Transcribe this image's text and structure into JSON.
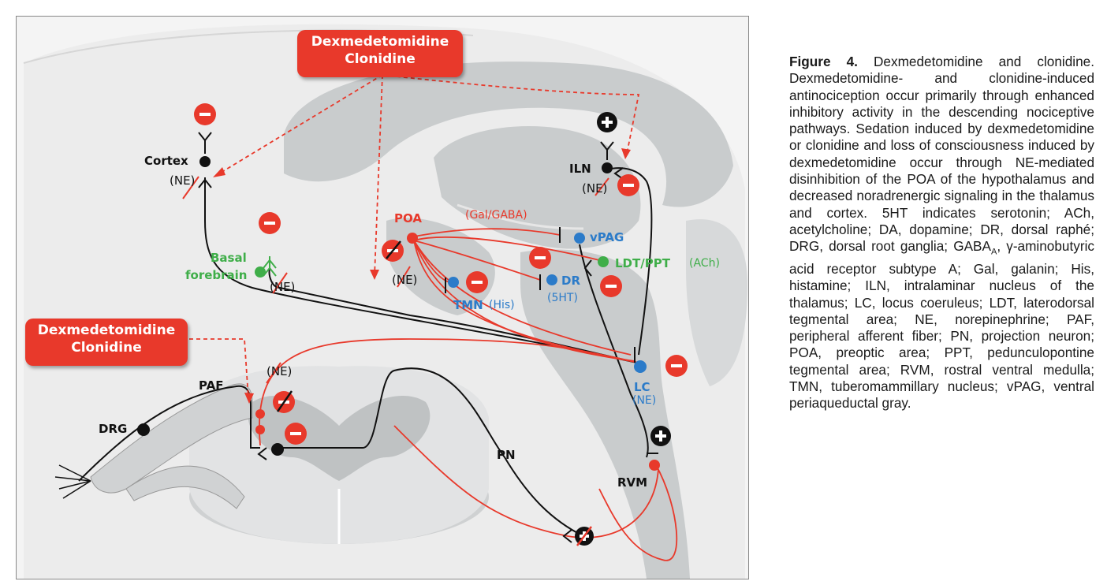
{
  "drugs": {
    "top": {
      "line1": "Dexmedetomidine",
      "line2": "Clonidine"
    },
    "left": {
      "line1": "Dexmedetomidine",
      "line2": "Clonidine"
    }
  },
  "labels": {
    "cortex": "Cortex",
    "ne_cortex": "(NE)",
    "iln": "ILN",
    "ne_iln": "(NE)",
    "basal": "Basal",
    "forebrain": "forebrain",
    "ne_basal": "(NE)",
    "poa": "POA",
    "gal_gaba": "(Gal/GABA)",
    "ne_poa": "(NE)",
    "vpag": "vPAG",
    "ldt_ppt": "LDT/PPT",
    "ach": "(ACh)",
    "dr": "DR",
    "five_ht": "(5HT)",
    "tmn": "TMN",
    "his": "(His)",
    "lc": "LC",
    "ne_lc": "(NE)",
    "paf": "PAF",
    "ne_spinal": "(NE)",
    "drg": "DRG",
    "pn": "PN",
    "rvm": "RVM"
  },
  "caption": {
    "title": "Figure 4.",
    "text_a": " Dexmedetomidine and clonidine. Dexmedetomidine- and clonidine-induced antinociception occur primarily through enhanced inhibitory activity in the descending nociceptive pathways. Sedation induced by dexmedetomidine or clonidine and loss of consciousness induced by dexmedetomidine occur through NE-mediated disinhibition of the POA of the hypothalamus and decreased noradrenergic signaling in the thalamus and cortex. 5HT indicates serotonin; ACh, acetylcholine; DA, dopamine; DR, dorsal raphé; DRG, dorsal root ganglia; GABA",
    "gaba_sub": "A",
    "text_b": ", γ-aminobutyric acid receptor subtype A; Gal, galanin; His, histamine; ILN, intralaminar nucleus of the thalamus; LC, locus coeruleus; LDT, laterodorsal tegmental area; NE, norepinephrine; PAF, peripheral afferent fiber; PN, projection neuron; POA, preoptic area; PPT, pedunculopontine tegmental area; RVM, rostral ventral medulla; TMN, tuberomammillary nucleus; vPAG, ventral periaqueductal gray."
  },
  "colors": {
    "red": "#e8392b",
    "blue": "#2b7bc9",
    "green": "#3fae49",
    "black": "#111111",
    "brain_gray": "#c9cccd"
  }
}
